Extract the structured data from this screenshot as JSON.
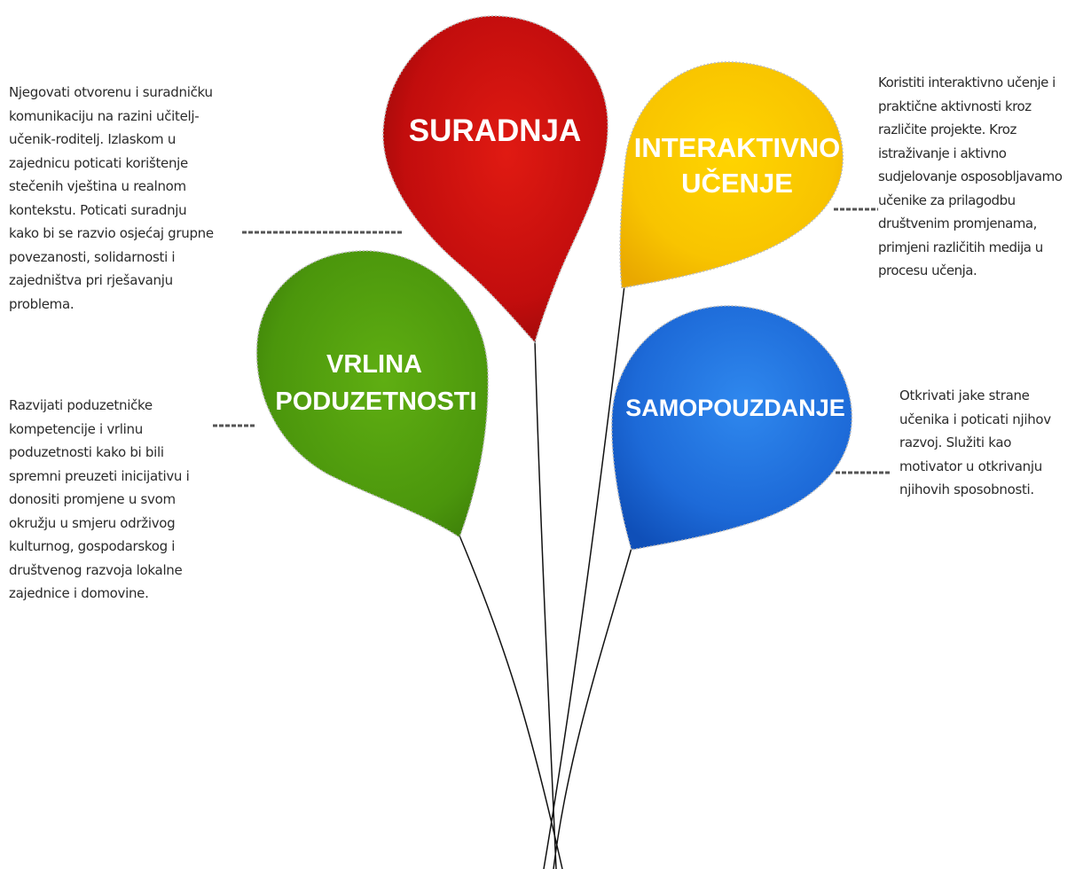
{
  "balloons": {
    "suradnja": {
      "line1": "SURADNJA",
      "color": "#c40f0f",
      "description": "Njegovati otvorenu i suradničku komunikaciju na razini učitelj-učenik-roditelj. Izlaskom u zajednicu poticati korištenje stečenih vještina u realnom kontekstu. Poticati suradnju kako bi se razvio osjećaj grupne povezanosti, solidarnosti i zajedništva pri rješavanju problema."
    },
    "interaktivno": {
      "line1": "INTERAKTIVNO",
      "line2": "UČENJE",
      "color": "#f5c000",
      "description": "Koristiti interaktivno učenje i praktične aktivnosti kroz različite projekte. Kroz istraživanje i aktivno sudjelovanje osposobljavamo učenike za prilagodbu društvenim promjenama, primjeni različitih medija u procesu učenja."
    },
    "vrlina": {
      "line1": "VRLINA",
      "line2": "PODUZETNOSTI",
      "color": "#4f9a10",
      "description": "Razvijati poduzetničke kompetencije i vrlinu poduzetnosti kako bi bili spremni preuzeti inicijativu i donositi promjene u svom okružju u smjeru održivog kulturnog, gospodarskog i društvenog razvoja lokalne zajednice i domovine."
    },
    "samopouzdanje": {
      "line1": "SAMOPOUZDANJE",
      "color": "#1f6fdc",
      "description": "Otkrivati jake strane učenika i poticati njihov razvoj. Služiti kao motivator u otkrivanju njihovih sposobnosti."
    }
  }
}
